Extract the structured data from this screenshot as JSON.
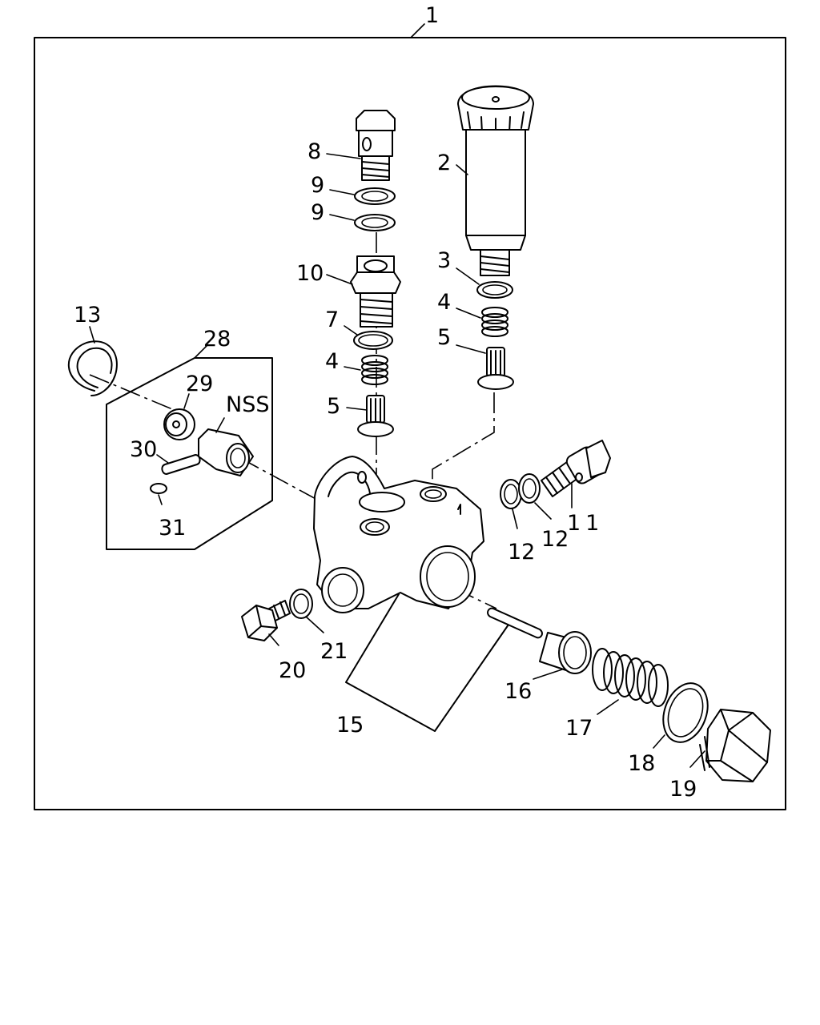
{
  "diagram": {
    "labels": {
      "p1": "1",
      "p2": "2",
      "p3": "3",
      "p4a": "4",
      "p4b": "4",
      "p5a": "5",
      "p5b": "5",
      "p7": "7",
      "p8": "8",
      "p9a": "9",
      "p9b": "9",
      "p10": "10",
      "p11": "11",
      "p12a": "12",
      "p12b": "12",
      "p13": "13",
      "p15": "15",
      "p16": "16",
      "p17": "17",
      "p18": "18",
      "p19": "19",
      "p20": "20",
      "p21": "21",
      "p28": "28",
      "p29": "29",
      "p30": "30",
      "p31": "31",
      "nss": "NSS"
    }
  }
}
